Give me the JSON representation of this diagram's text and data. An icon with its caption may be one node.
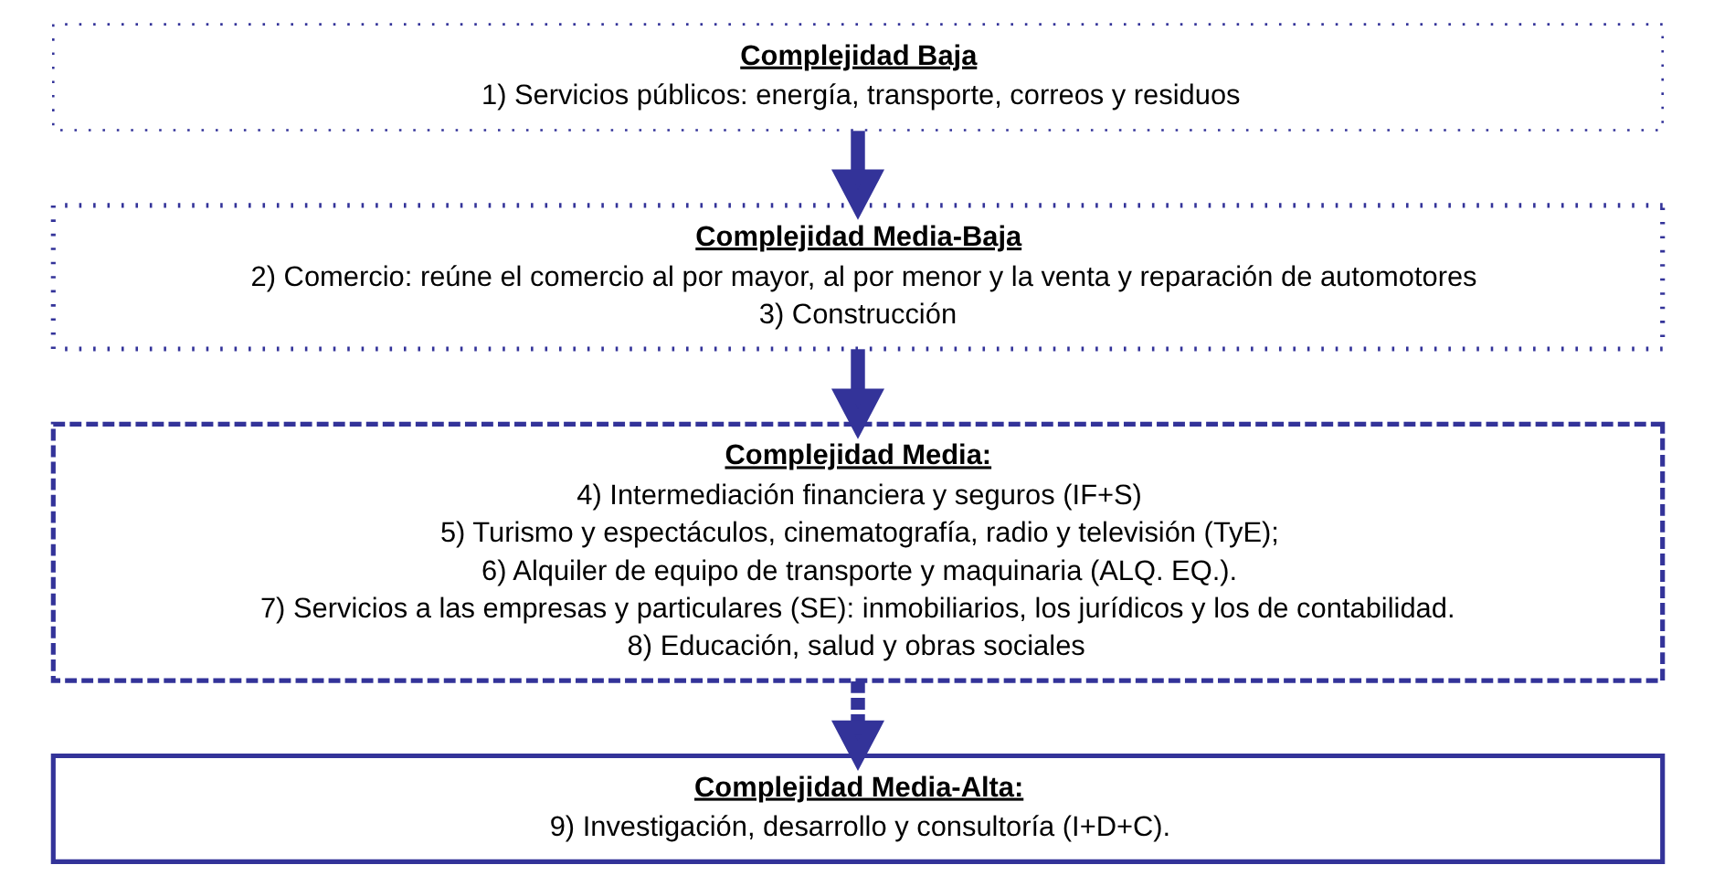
{
  "diagram": {
    "nodes": [
      {
        "text": [
          "Complejidad Baja",
          "1) Servicios públicos: energía, transporte, correos y residuos"
        ]
      },
      {
        "text": [
          "Complejidad Media-Baja",
          "2) Comercio: reúne el comercio al por mayor, al por menor y la venta y reparación de automotores",
          "3) Construcción"
        ]
      },
      {
        "text": [
          "Complejidad Media:",
          "4) Intermediación financiera y seguros (IF+S)",
          "5) Turismo y espectáculos, cinematografía, radio y televisión (TyE);",
          "6) Alquiler de equipo de transporte y maquinaria (ALQ. EQ.).",
          "7) Servicios a las empresas y particulares (SE): inmobiliarios, los jurídicos y los de contabilidad.",
          "8) Educación, salud y obras sociales"
        ]
      },
      {
        "text": [
          "Complejidad Media-Alta:",
          "9) Investigación, desarrollo y consultoría (I+D+C)."
        ]
      }
    ],
    "edges": [
      {
        "from": 0,
        "to": 1,
        "arrow": "to"
      },
      {
        "from": 1,
        "to": 2,
        "arrow": "to"
      },
      {
        "from": 2,
        "to": 3,
        "arrow": "to",
        "style": "dashed"
      }
    ]
  }
}
